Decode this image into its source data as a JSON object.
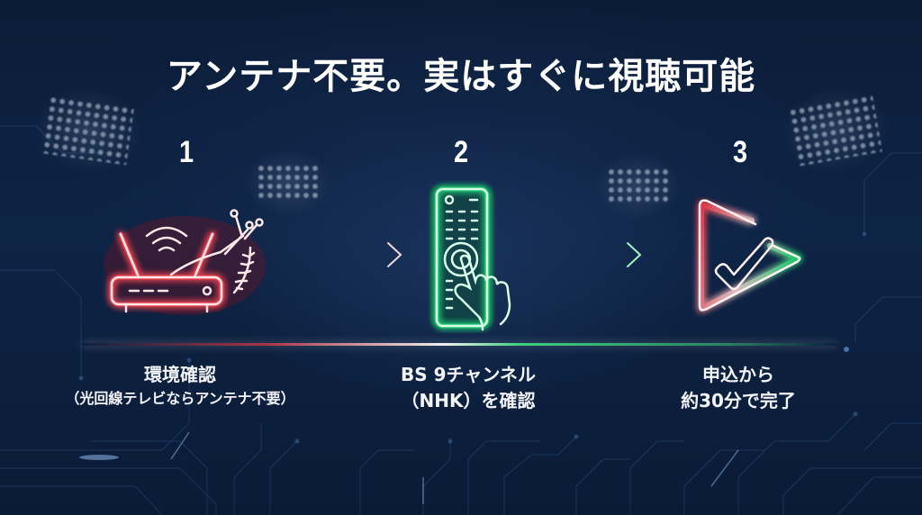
{
  "title": "アンテナ不要。実はすぐに視聴可能",
  "colors": {
    "background": "#0b1c38",
    "neon_red": "#ff3b47",
    "neon_green": "#2ee37a",
    "text": "#ffffff"
  },
  "steps": [
    {
      "number": "1",
      "icon": "router-fiber-icon",
      "caption_line1": "環境確認",
      "caption_line2": "（光回線テレビならアンテナ不要）"
    },
    {
      "number": "2",
      "icon": "remote-press-icon",
      "caption_line1": "BS 9チャンネル",
      "caption_line2": "（NHK）を確認"
    },
    {
      "number": "3",
      "icon": "play-check-icon",
      "caption_line1": "申込から",
      "caption_line2": "約30分で完了"
    }
  ],
  "arrows": [
    "arrow-right-icon",
    "arrow-right-icon"
  ]
}
